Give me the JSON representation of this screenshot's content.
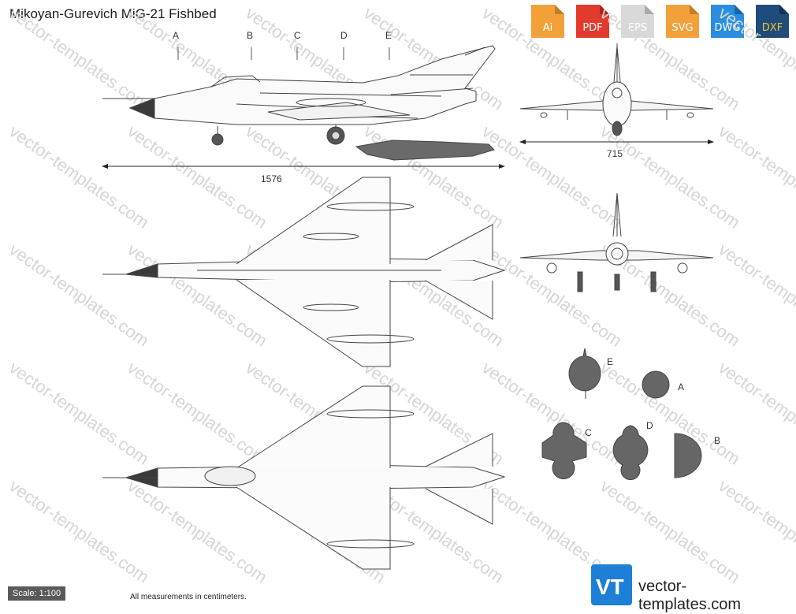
{
  "title": "Mikoyan-Gurevich MiG-21 Fishbed",
  "formats": [
    {
      "label": "Ai",
      "color": "#f2a13a",
      "icon": "file-ai-icon"
    },
    {
      "label": "PDF",
      "color": "#e23b2e",
      "icon": "file-pdf-icon"
    },
    {
      "label": "EPS",
      "color": "#d9d9d9",
      "icon": "file-eps-icon"
    },
    {
      "label": "SVG",
      "color": "#f2a13a",
      "icon": "file-svg-icon"
    },
    {
      "label": "DWG",
      "color": "#2a8ee0",
      "icon": "file-dwg-icon"
    },
    {
      "label": "DXF",
      "color": "#1f4c7a",
      "icon": "file-dxf-icon"
    }
  ],
  "section_markers": [
    "A",
    "B",
    "C",
    "D",
    "E"
  ],
  "cross_sections": {
    "E": "E",
    "A": "A",
    "C": "C",
    "D": "D",
    "B": "B"
  },
  "dimensions": {
    "length": "1576",
    "wingspan": "715"
  },
  "scale": "Scale: 1:100",
  "note": "All measurements in centimeters.",
  "watermark": "vector-templates.com",
  "brand": {
    "name": "vector-templates.com",
    "logo_text": "VT"
  }
}
